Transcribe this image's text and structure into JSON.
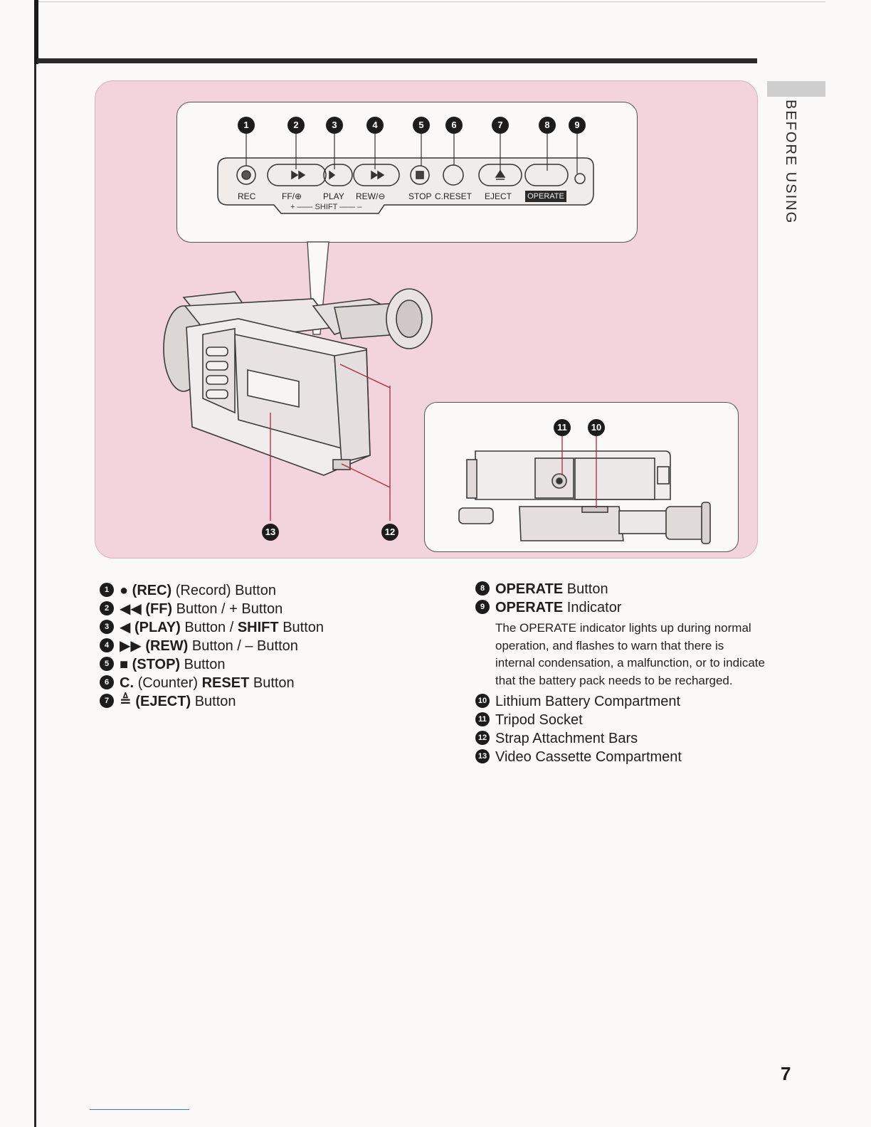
{
  "side_tab": "BEFORE USING",
  "panel": {
    "numbers": [
      "1",
      "2",
      "3",
      "4",
      "5",
      "6",
      "7",
      "8",
      "9"
    ],
    "button_labels": {
      "rec": "REC",
      "ff": "FF/⊕",
      "play": "PLAY",
      "rew": "REW/⊖",
      "stop": "STOP",
      "creset": "C.RESET",
      "eject": "EJECT",
      "operate": "OPERATE"
    },
    "shift_label": "+ —— SHIFT —— –"
  },
  "figure_numbers": {
    "n10": "10",
    "n11": "11",
    "n12": "12",
    "n13": "13"
  },
  "left_list": [
    {
      "num": "1",
      "sym": "●",
      "bold": "(REC)",
      "rest": "(Record) Button"
    },
    {
      "num": "2",
      "sym": "◀◀",
      "bold": "(FF)",
      "rest": "Button / + Button"
    },
    {
      "num": "3",
      "sym": "◀",
      "bold": "(PLAY)",
      "rest": "Button /",
      "bold2": "SHIFT",
      "rest2": "Button"
    },
    {
      "num": "4",
      "sym": "▶▶",
      "bold": "(REW)",
      "rest": "Button / – Button"
    },
    {
      "num": "5",
      "sym": "■",
      "bold": "(STOP)",
      "rest": "Button"
    },
    {
      "num": "6",
      "sym": "C.",
      "bold": "",
      "rest": "(Counter)",
      "bold2": "RESET",
      "rest2": "Button"
    },
    {
      "num": "7",
      "sym": "≜",
      "bold": "(EJECT)",
      "rest": "Button"
    }
  ],
  "right_list": {
    "item8": {
      "num": "8",
      "bold": "OPERATE",
      "rest": "Button"
    },
    "item9": {
      "num": "9",
      "bold": "OPERATE",
      "rest": "Indicator"
    },
    "description": "The OPERATE indicator lights up during normal operation, and flashes to warn that there is internal condensation, a malfunction, or to indicate that the battery pack needs to be recharged.",
    "item10": {
      "num": "10",
      "rest": "Lithium Battery Compartment"
    },
    "item11": {
      "num": "11",
      "rest": "Tripod Socket"
    },
    "item12": {
      "num": "12",
      "rest": "Strap Attachment Bars"
    },
    "item13": {
      "num": "13",
      "rest": "Video Cassette Compartment"
    }
  },
  "page_number": "7"
}
